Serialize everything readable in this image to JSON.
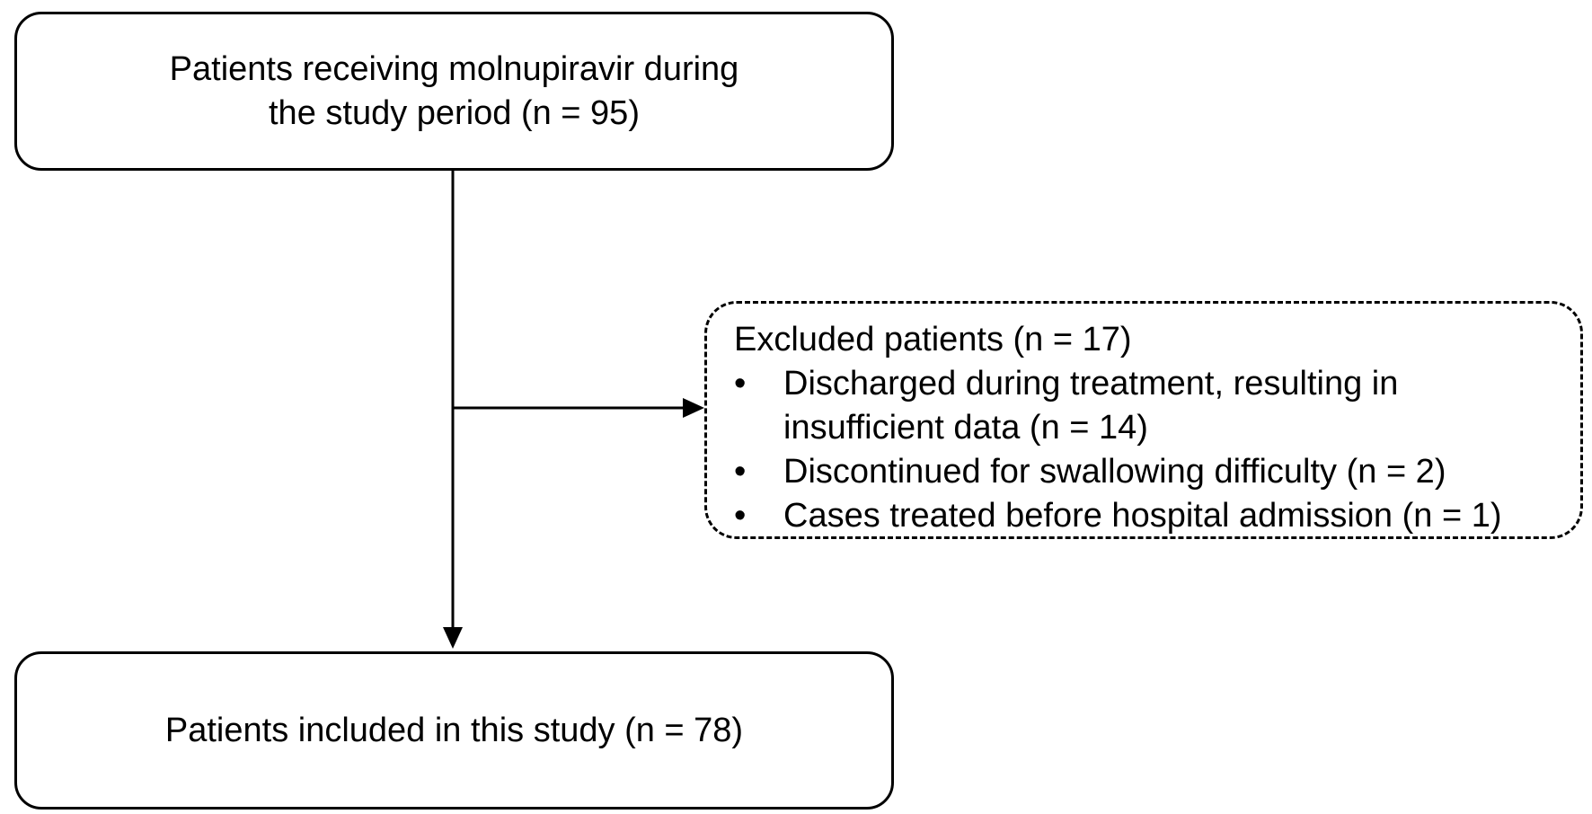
{
  "flowchart": {
    "top_box": {
      "line1": "Patients receiving molnupiravir during",
      "line2": "the study period (n = 95)"
    },
    "excluded_box": {
      "title": "Excluded patients (n = 17)",
      "bullet_symbol": "•",
      "items": [
        {
          "line1": "Discharged during treatment, resulting in",
          "line2": "insufficient data (n = 14)"
        },
        {
          "line1": "Discontinued for swallowing difficulty (n = 2)"
        },
        {
          "line1": "Cases treated before hospital admission (n = 1)"
        }
      ]
    },
    "bottom_box": {
      "text": "Patients included in this study (n = 78)"
    }
  }
}
